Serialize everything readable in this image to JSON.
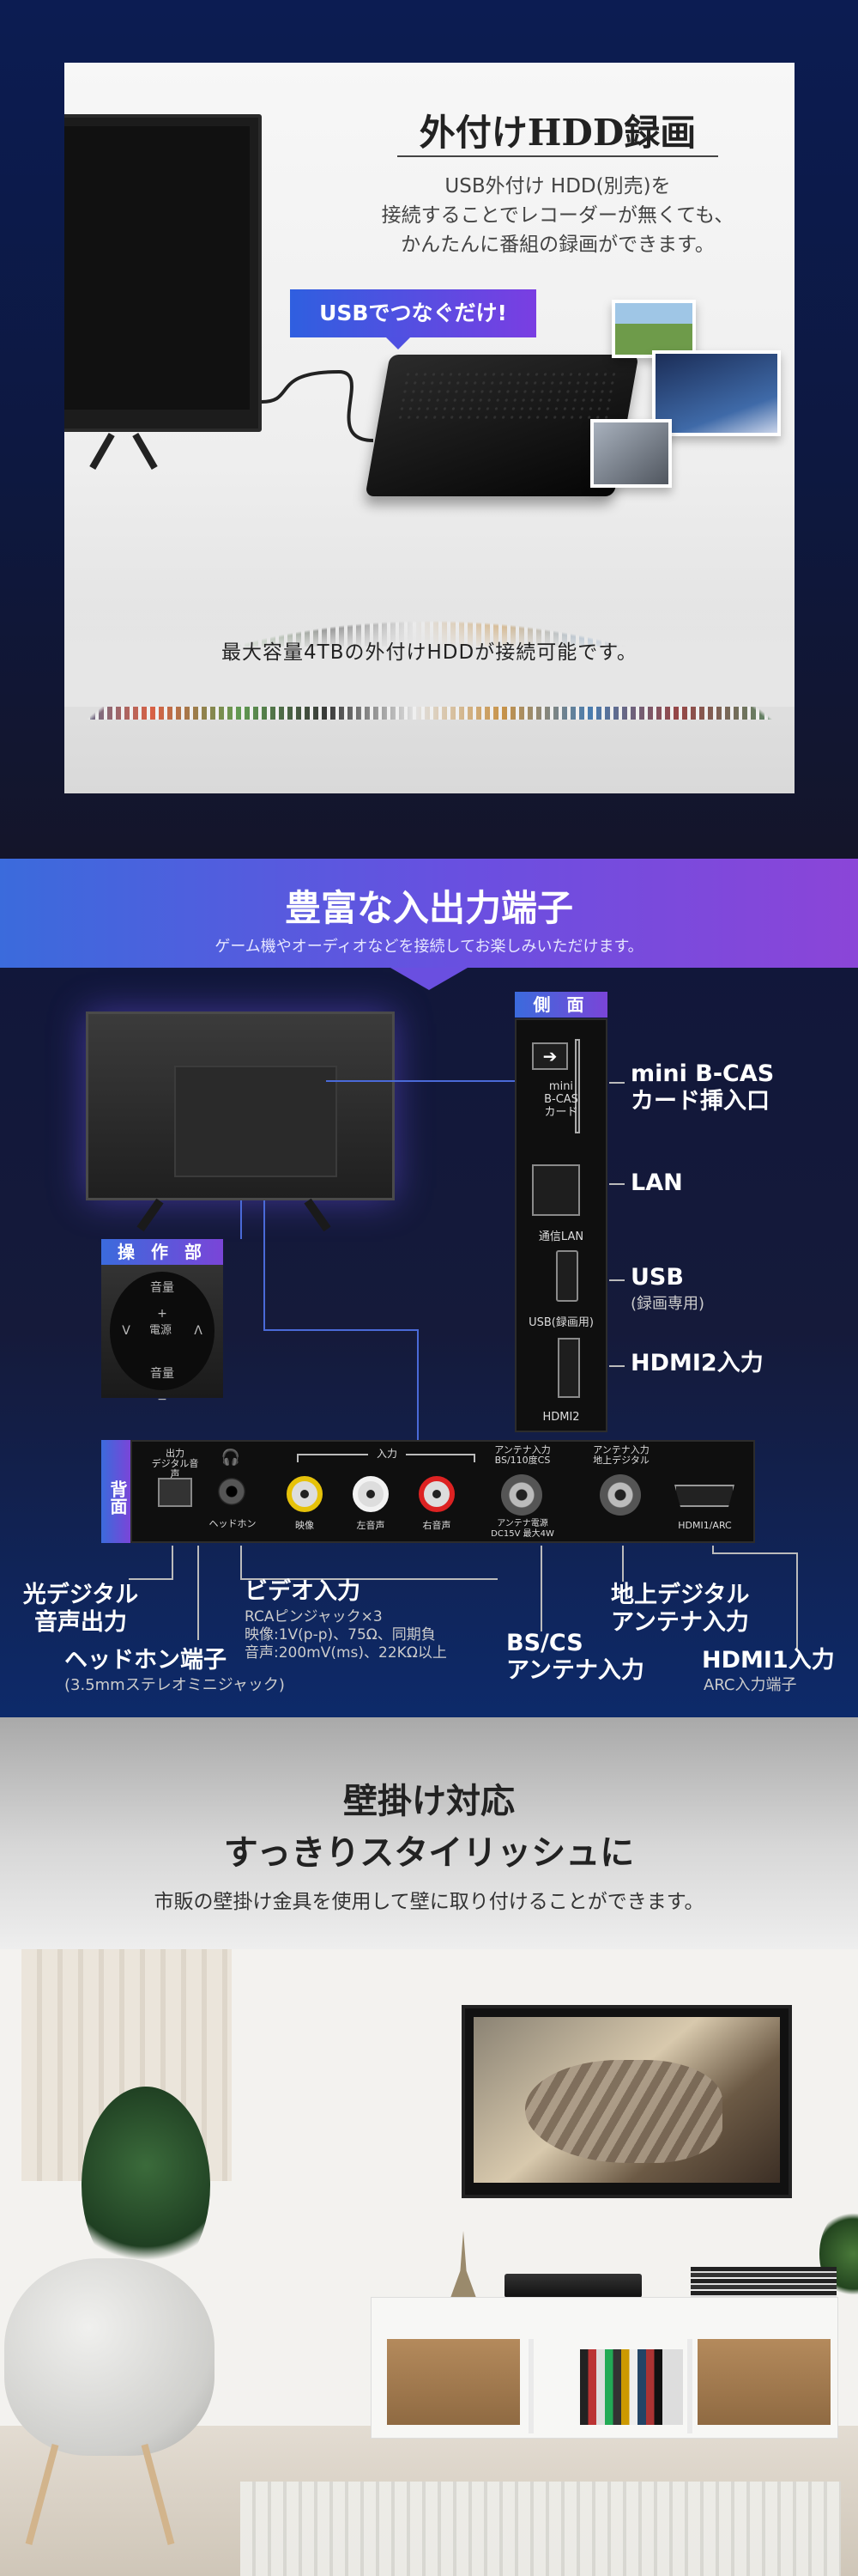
{
  "hdd": {
    "title": "外付けHDD録画",
    "desc": "USB外付け HDD(別売)を\n接続することでレコーダーが無くても、\nかんたんに番組の録画ができます。",
    "badge": "USBでつなぐだけ!",
    "caption": "最大容量4TBの外付けHDDが接続可能です。"
  },
  "io": {
    "title": "豊富な入出力端子",
    "subtitle": "ゲーム機やオーディオなどを接続してお楽しみいただけます。",
    "side_label": "側 面",
    "control_label": "操 作 部",
    "back_label": "背面",
    "side_ports": {
      "bcas_cap": "mini\nB-CAS\nカード",
      "lan_cap": "通信LAN",
      "usb_cap": "USB(録画用)",
      "hdmi2_cap": "HDMI2"
    },
    "control_buttons": {
      "vol_up": "音量+",
      "vol_down": "音量−",
      "power": "電源",
      "left": "V",
      "right": "Λ"
    },
    "back_ports": {
      "optical_cap": "出力\nデジタル音声",
      "headphone_cap": "ヘッドホン",
      "input_group": "入力",
      "video_cap": "映像",
      "audio_l_cap": "左音声",
      "audio_r_cap": "右音声",
      "bscs_top": "アンテナ入力\nBS/110度CS",
      "bscs_bottom": "アンテナ電源\nDC15V 最大4W",
      "terr_top": "アンテナ入力\n地上デジタル",
      "hdmi1_cap": "HDMI1/ARC"
    },
    "labels": {
      "bcas": "mini B-CAS\nカード挿入口",
      "lan": "LAN",
      "usb": "USB",
      "usb_note": "(録画専用)",
      "hdmi2": "HDMI2入力",
      "optical": "光デジタル\n音声出力",
      "headphone": "ヘッドホン端子",
      "headphone_note": "(3.5mmステレオミニジャック)",
      "video": "ビデオ入力",
      "video_note": "RCAピンジャック×3\n映像:1V(p-p)、75Ω、同期負\n音声:200mV(ms)、22KΩ以上",
      "bscs": "BS/CS\nアンテナ入力",
      "terrestrial": "地上デジタル\nアンテナ入力",
      "hdmi1": "HDMI1入力",
      "hdmi1_note": "ARC入力端子"
    }
  },
  "wall": {
    "title": "壁掛け対応\nすっきりスタイリッシュに",
    "subtitle": "市販の壁掛け金具を使用して壁に取り付けることができます。"
  },
  "colors": {
    "accent_blue": "#3b6bdc",
    "accent_purple": "#8b45d8",
    "connector_line": "#4a6ad8"
  }
}
